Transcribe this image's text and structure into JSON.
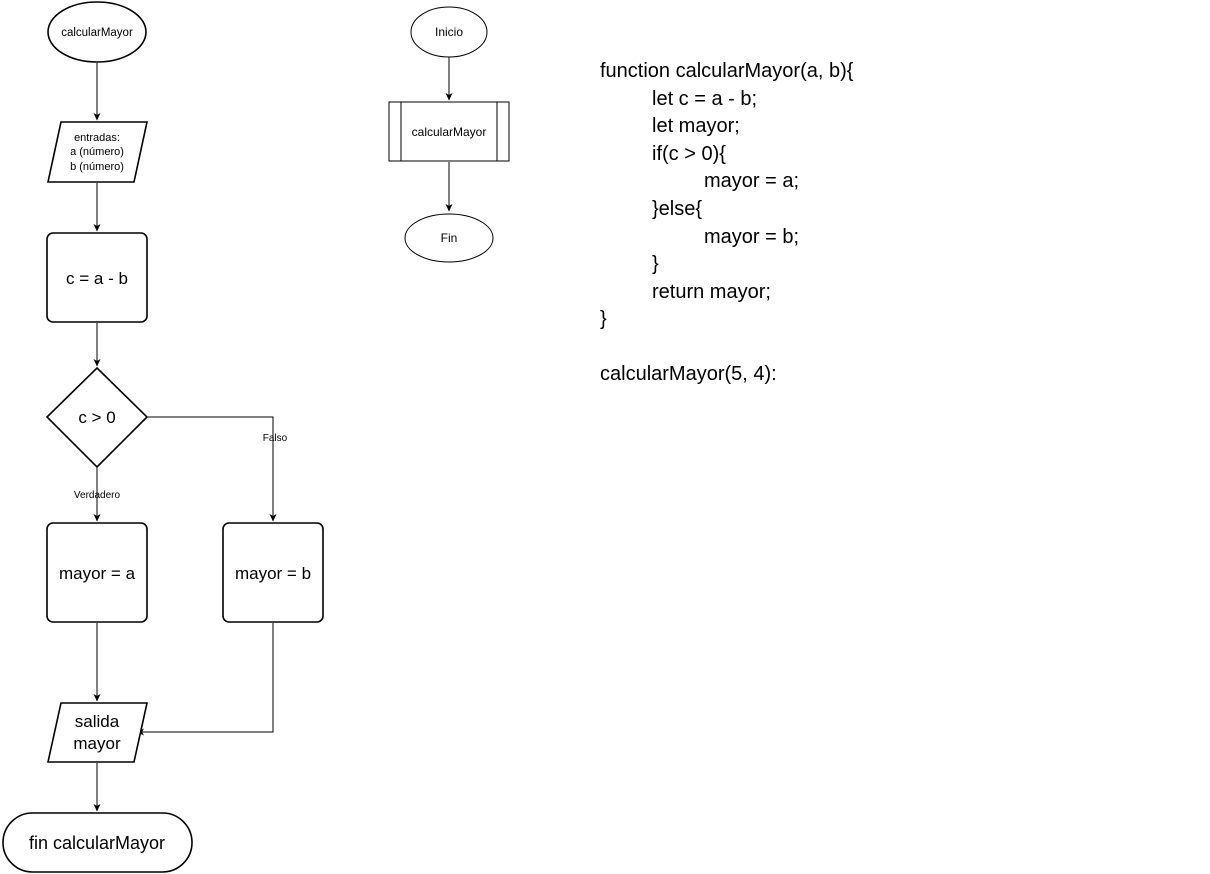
{
  "flowchart": {
    "start": "calcularMayor",
    "input": {
      "line1": "entradas:",
      "line2": "a (número)",
      "line3": "b (número)"
    },
    "process_c": "c = a - b",
    "decision": "c > 0",
    "false_label": "Falso",
    "true_label": "Verdadero",
    "assign_a": "mayor = a",
    "assign_b": "mayor = b",
    "output": {
      "line1": "salida",
      "line2": "mayor"
    },
    "end": "fin calcularMayor"
  },
  "main_flow": {
    "start": "Inicio",
    "subprocess": "calcularMayor",
    "end": "Fin"
  },
  "code": {
    "lines": [
      "function calcularMayor(a, b){",
      "let c = a - b;",
      "let mayor;",
      "if(c > 0){",
      "mayor = a;",
      "}else{",
      "mayor = b;",
      "}",
      "return mayor;",
      "}"
    ],
    "call": "calcularMayor(5, 4):"
  }
}
